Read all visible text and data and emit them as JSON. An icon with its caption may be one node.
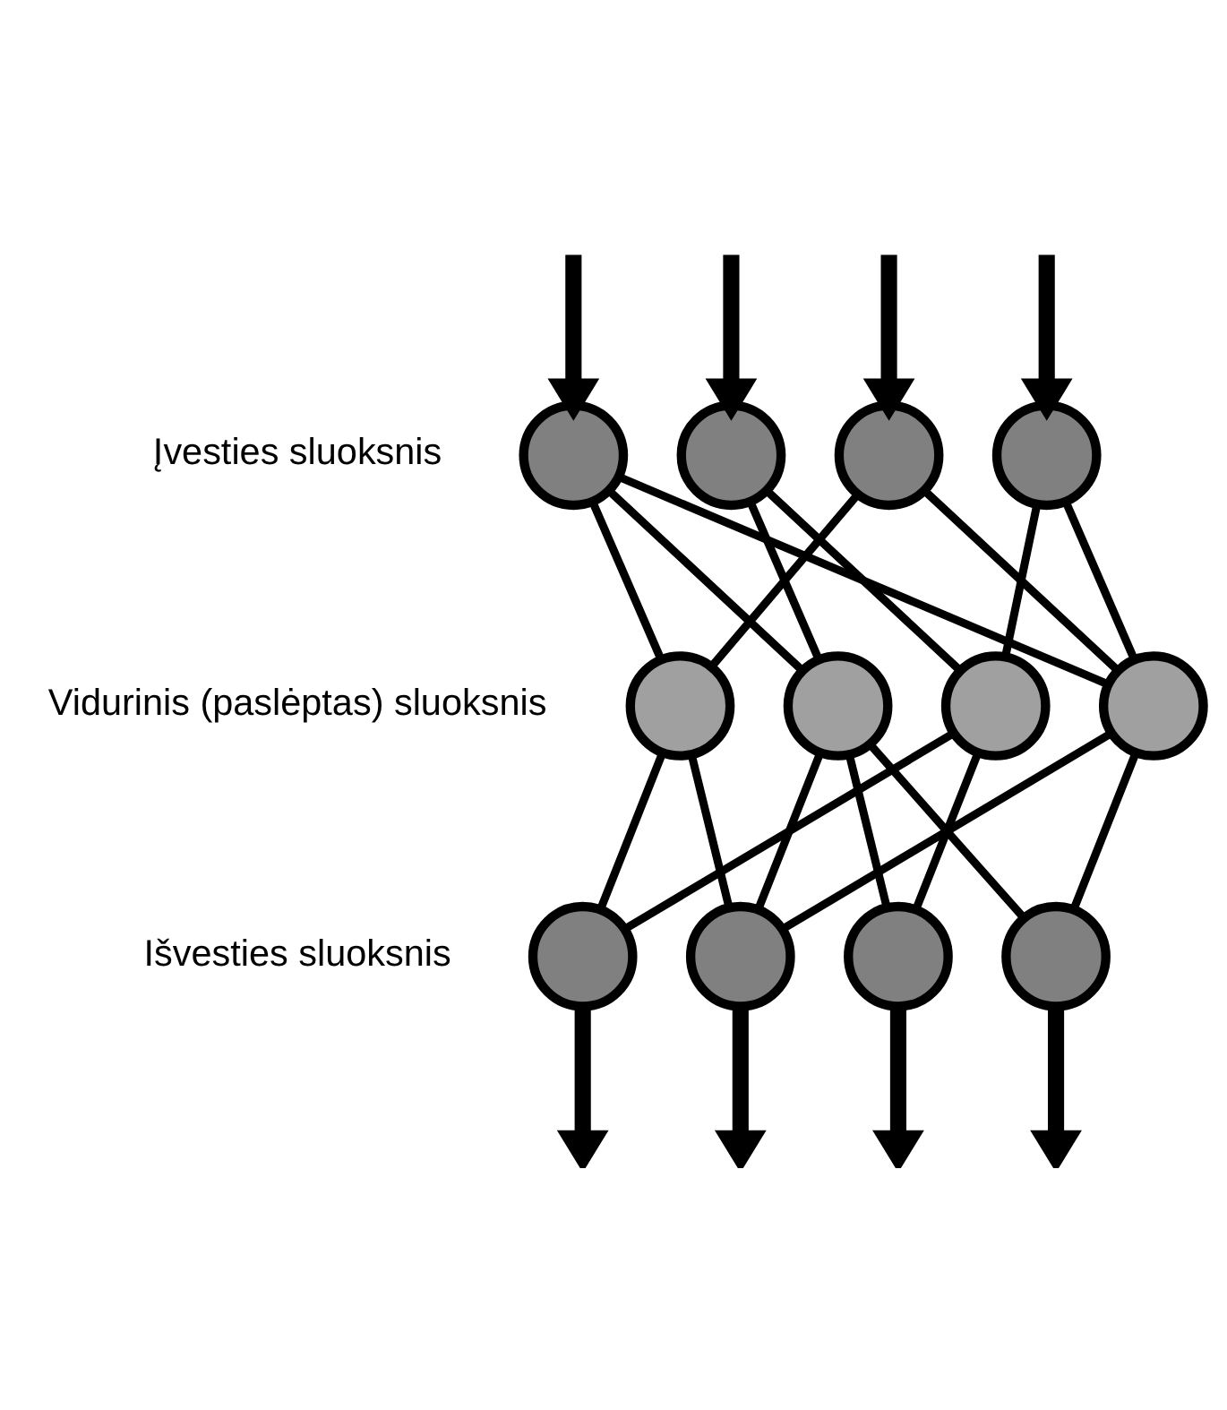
{
  "diagram": {
    "nodes": [
      {
        "text": [],
        "shape": "circle"
      },
      {
        "text": [],
        "shape": "circle"
      },
      {
        "text": [],
        "shape": "circle"
      },
      {
        "text": [],
        "shape": "circle"
      },
      {
        "text": [],
        "shape": "circle"
      },
      {
        "text": [],
        "shape": "circle"
      },
      {
        "text": [],
        "shape": "circle"
      },
      {
        "text": [],
        "shape": "circle"
      },
      {
        "text": [],
        "shape": "circle"
      },
      {
        "text": [],
        "shape": "circle"
      },
      {
        "text": [],
        "shape": "circle"
      },
      {
        "text": [],
        "shape": "circle"
      }
    ],
    "edges": [
      {
        "from": null,
        "to": 0,
        "arrow": "to",
        "style": "thick"
      },
      {
        "from": null,
        "to": 1,
        "arrow": "to",
        "style": "thick"
      },
      {
        "from": null,
        "to": 2,
        "arrow": "to",
        "style": "thick"
      },
      {
        "from": null,
        "to": 3,
        "arrow": "to",
        "style": "thick"
      },
      {
        "from": 0,
        "to": 4,
        "arrow": "none"
      },
      {
        "from": 0,
        "to": 5,
        "arrow": "none"
      },
      {
        "from": 0,
        "to": 7,
        "arrow": "none"
      },
      {
        "from": 1,
        "to": 5,
        "arrow": "none"
      },
      {
        "from": 1,
        "to": 6,
        "arrow": "none"
      },
      {
        "from": 2,
        "to": 4,
        "arrow": "none"
      },
      {
        "from": 2,
        "to": 7,
        "arrow": "none"
      },
      {
        "from": 3,
        "to": 6,
        "arrow": "none"
      },
      {
        "from": 3,
        "to": 7,
        "arrow": "none"
      },
      {
        "from": 4,
        "to": 8,
        "arrow": "none"
      },
      {
        "from": 4,
        "to": 9,
        "arrow": "none"
      },
      {
        "from": 5,
        "to": 9,
        "arrow": "none"
      },
      {
        "from": 5,
        "to": 10,
        "arrow": "none"
      },
      {
        "from": 5,
        "to": 11,
        "arrow": "none"
      },
      {
        "from": 6,
        "to": 8,
        "arrow": "none"
      },
      {
        "from": 6,
        "to": 10,
        "arrow": "none"
      },
      {
        "from": 7,
        "to": 9,
        "arrow": "none"
      },
      {
        "from": 7,
        "to": 11,
        "arrow": "none"
      },
      {
        "from": 8,
        "to": null,
        "arrow": "to",
        "style": "thick"
      },
      {
        "from": 9,
        "to": null,
        "arrow": "to",
        "style": "thick"
      },
      {
        "from": 10,
        "to": null,
        "arrow": "to",
        "style": "thick"
      },
      {
        "from": 11,
        "to": null,
        "arrow": "to",
        "style": "thick"
      }
    ],
    "labels": [
      "Įvesties sluoksnis",
      "Vidurinis (paslėptas) sluoksnis",
      "Išvesties sluoksnis"
    ]
  }
}
